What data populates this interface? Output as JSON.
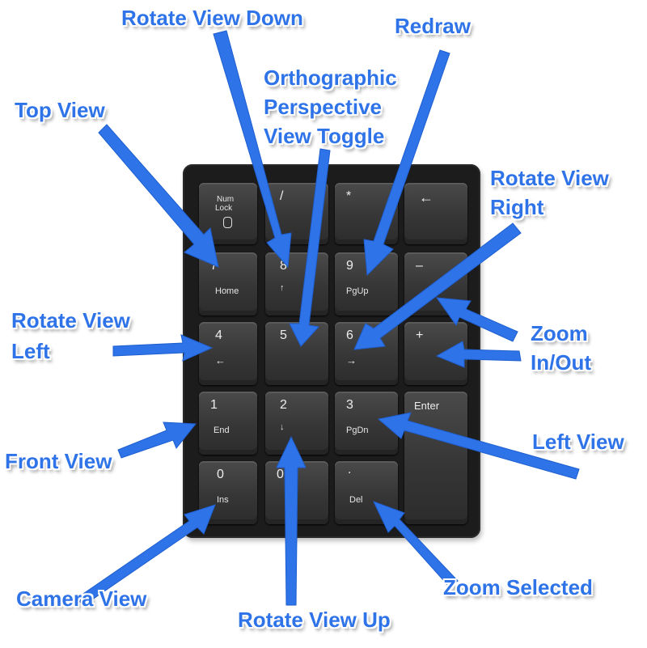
{
  "keys": {
    "numlock": {
      "line1": "Num",
      "line2": "Lock"
    },
    "slash": "/",
    "star": "*",
    "back": "←",
    "k7": {
      "num": "7",
      "sub": "Home"
    },
    "k8": {
      "num": "8",
      "sub": "↑"
    },
    "k9": {
      "num": "9",
      "sub": "PgUp"
    },
    "minus": "–",
    "k4": {
      "num": "4",
      "sub": "←"
    },
    "k5": {
      "num": "5"
    },
    "k6": {
      "num": "6",
      "sub": "→"
    },
    "plus": "+",
    "k1": {
      "num": "1",
      "sub": "End"
    },
    "k2": {
      "num": "2",
      "sub": "↓"
    },
    "k3": {
      "num": "3",
      "sub": "PgDn"
    },
    "enter": "Enter",
    "k0": {
      "num": "0",
      "sub": "Ins"
    },
    "k00": {
      "num": "0"
    },
    "dot": {
      "num": ".",
      "sub": "Del"
    }
  },
  "labels": {
    "rotate_view_down": "Rotate View Down",
    "redraw": "Redraw",
    "ortho_1": "Orthographic",
    "ortho_2": "Perspective",
    "ortho_3": "View Toggle",
    "top_view": "Top View",
    "rotate_right_1": "Rotate View",
    "rotate_right_2": "Right",
    "rotate_left_1": "Rotate View",
    "rotate_left_2": "Left",
    "zoom_1": "Zoom",
    "zoom_2": "In/Out",
    "front_view": "Front View",
    "left_view": "Left View",
    "camera_view": "Camera View",
    "zoom_selected": "Zoom Selected",
    "rotate_view_up": "Rotate View Up"
  },
  "colors": {
    "arrow": "#2f73e8",
    "keypad": "#1c1c1d",
    "key": "#3a3a3b"
  }
}
